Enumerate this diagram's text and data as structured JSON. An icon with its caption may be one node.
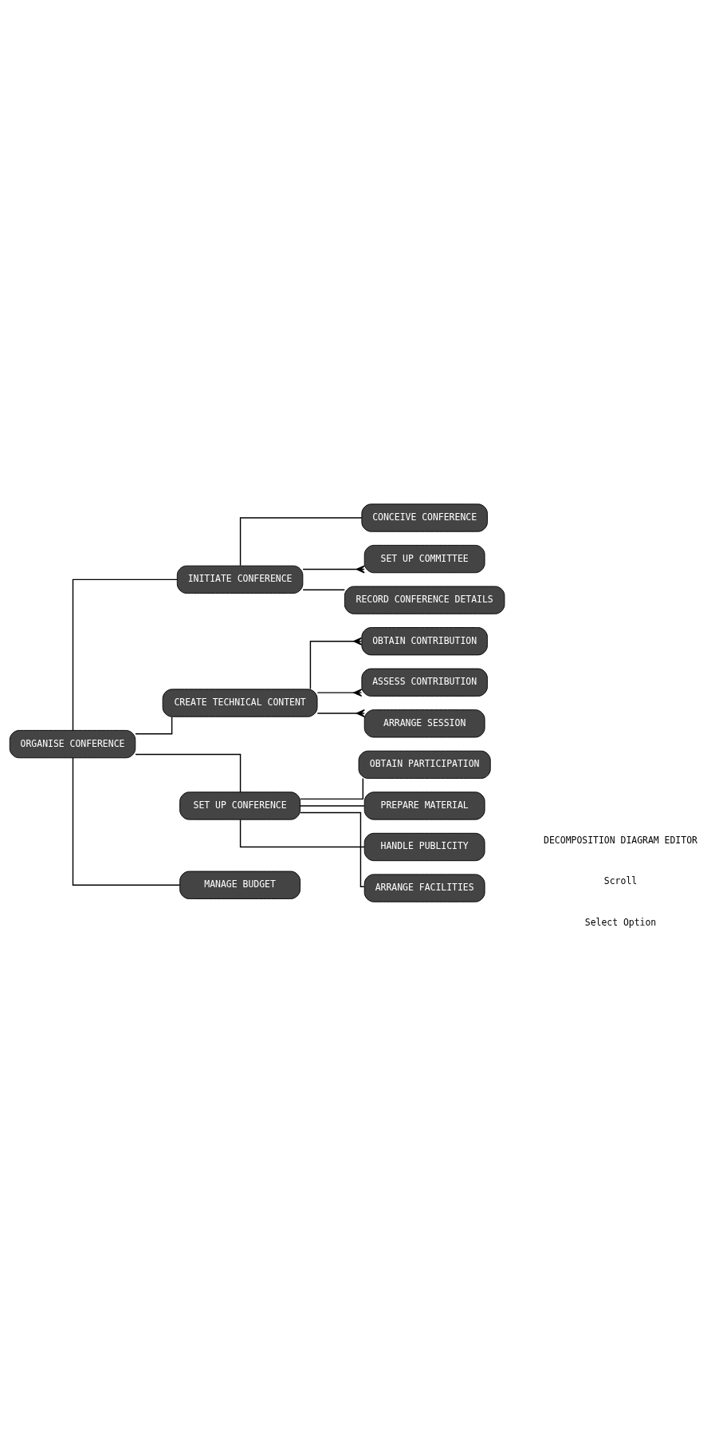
{
  "diagram": {
    "nodes": [
      {
        "text": [
          "ORGANISE CONFERENCE"
        ]
      },
      {
        "text": [
          "INITIATE CONFERENCE"
        ]
      },
      {
        "text": [
          "CONCEIVE CONFERENCE"
        ]
      },
      {
        "text": [
          "SET UP COMMITTEE"
        ]
      },
      {
        "text": [
          "RECORD CONFERENCE DETAILS"
        ]
      },
      {
        "text": [
          "CREATE TECHNICAL CONTENT"
        ]
      },
      {
        "text": [
          "OBTAIN CONTRIBUTION"
        ]
      },
      {
        "text": [
          "ASSESS CONTRIBUTION"
        ]
      },
      {
        "text": [
          "ARRANGE SESSION"
        ]
      },
      {
        "text": [
          "SET UP CONFERENCE"
        ]
      },
      {
        "text": [
          "OBTAIN PARTICIPATION"
        ]
      },
      {
        "text": [
          "PREPARE MATERIAL"
        ]
      },
      {
        "text": [
          "HANDLE PUBLICITY"
        ]
      },
      {
        "text": [
          "ARRANGE FACILITIES"
        ]
      },
      {
        "text": [
          "MANAGE BUDGET"
        ]
      }
    ],
    "edges": [
      {
        "from": 0,
        "to": 1,
        "arrow": "none"
      },
      {
        "from": 1,
        "to": 2,
        "arrow": "none"
      },
      {
        "from": 1,
        "to": 3,
        "arrow": "other"
      },
      {
        "from": 1,
        "to": 4,
        "arrow": "none"
      },
      {
        "from": 0,
        "to": 5,
        "arrow": "none"
      },
      {
        "from": 5,
        "to": 6,
        "arrow": "other"
      },
      {
        "from": 5,
        "to": 7,
        "arrow": "other"
      },
      {
        "from": 5,
        "to": 8,
        "arrow": "other"
      },
      {
        "from": 0,
        "to": 9,
        "arrow": "none"
      },
      {
        "from": 9,
        "to": 10,
        "arrow": "none"
      },
      {
        "from": 9,
        "to": 11,
        "arrow": "none"
      },
      {
        "from": 9,
        "to": 12,
        "arrow": "none"
      },
      {
        "from": 9,
        "to": 13,
        "arrow": "none"
      },
      {
        "from": 0,
        "to": 14,
        "arrow": "none"
      }
    ],
    "labels": [
      "Select Option",
      "Scroll",
      "DECOMPOSITION DIAGRAM EDITOR"
    ]
  }
}
